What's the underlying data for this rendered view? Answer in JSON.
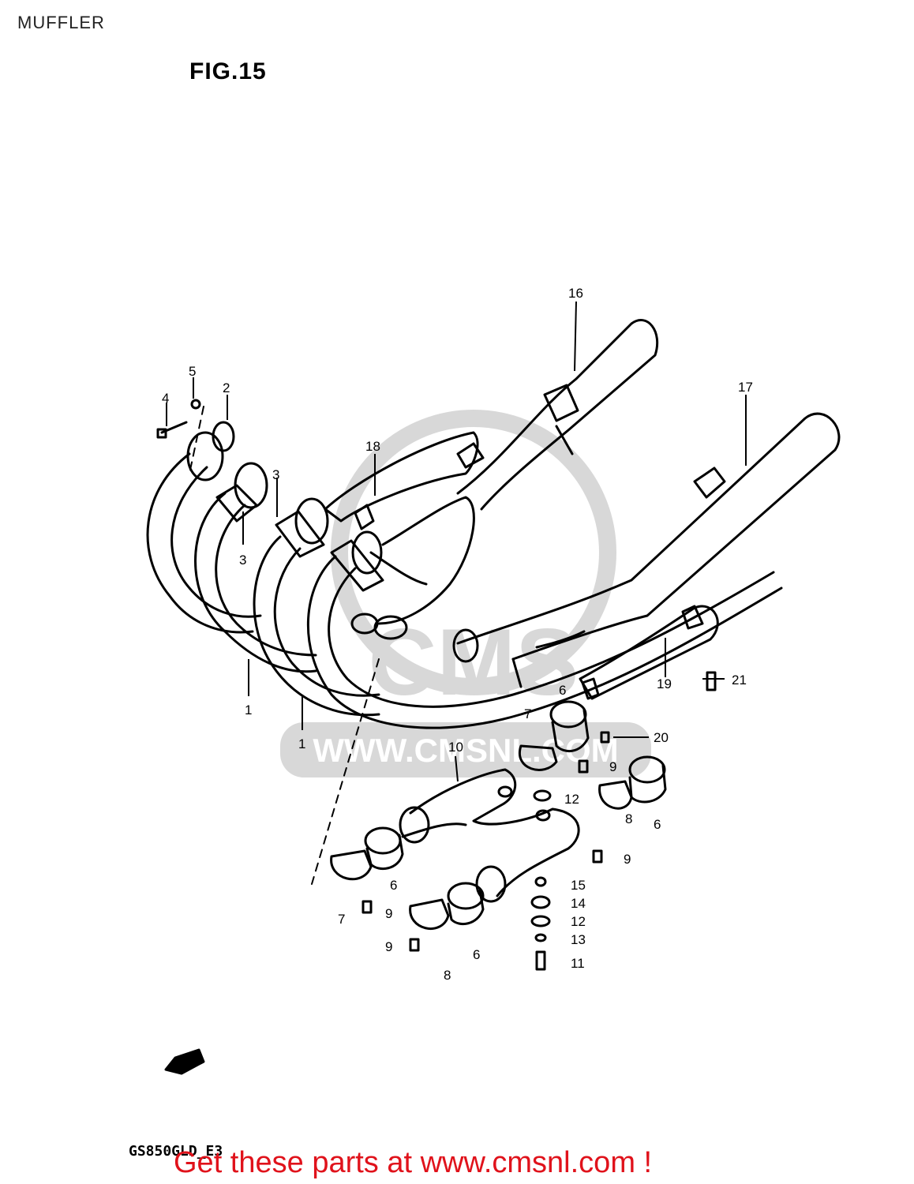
{
  "header": {
    "title": "MUFFLER"
  },
  "figure": {
    "label": "FIG.15",
    "model": "GS850GLD_E3"
  },
  "watermark": {
    "brand": "CMS",
    "url": "WWW.CMSNL.COM"
  },
  "footer": {
    "promo": "Get these parts at www.cmsnl.com !"
  },
  "callouts": [
    "1",
    "1",
    "2",
    "3",
    "3",
    "4",
    "5",
    "6",
    "6",
    "6",
    "6",
    "7",
    "7",
    "8",
    "8",
    "9",
    "9",
    "9",
    "9",
    "10",
    "11",
    "12",
    "12",
    "13",
    "14",
    "15",
    "16",
    "17",
    "18",
    "19",
    "20",
    "21"
  ],
  "colors": {
    "promo": "#e0121b",
    "watermark": "#cfcfcf",
    "ink": "#000000"
  }
}
